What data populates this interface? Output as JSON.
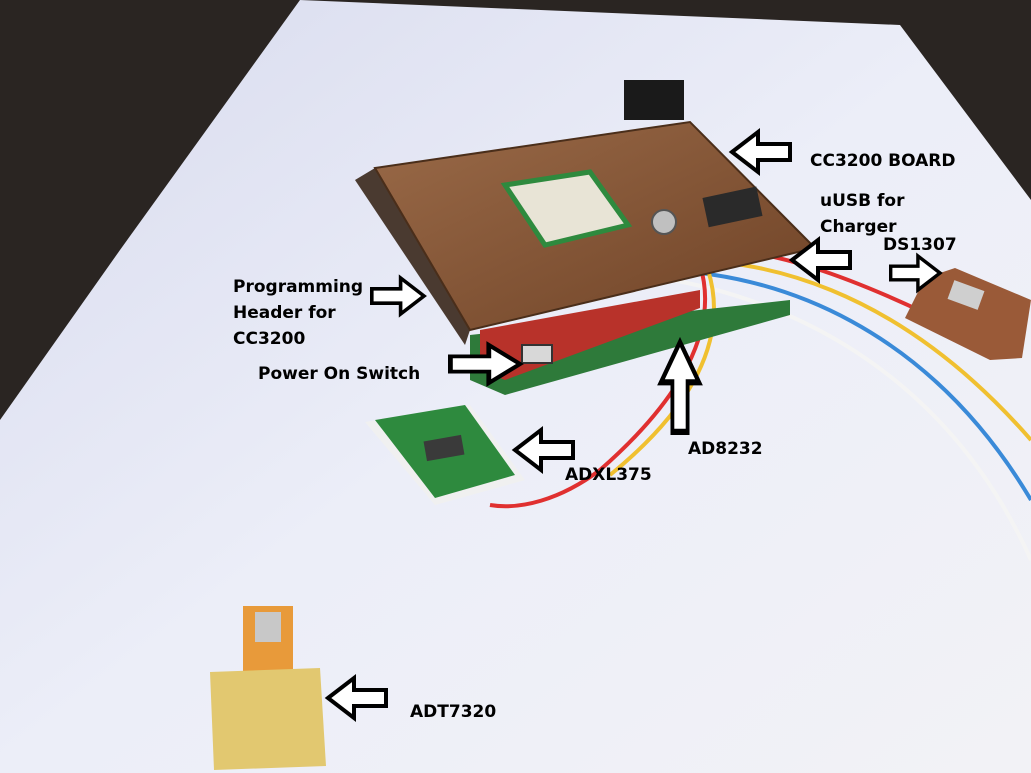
{
  "photo": {
    "labels": {
      "cc3200_board": "CC3200 BOARD",
      "usb_line1": "uUSB for",
      "usb_line2": "Charger",
      "ds1307": "DS1307",
      "prog_line1": "Programming",
      "prog_line2": "Header for",
      "prog_line3": "CC3200",
      "power_switch": "Power On Switch",
      "ad8232": "AD8232",
      "adxl375": "ADXL375",
      "adt7320": "ADT7320"
    },
    "colors": {
      "background": "#2a2522",
      "paper": "#e4e6f2",
      "pcb": "#8a5a3a",
      "wifi_module": "#e8e4d6",
      "ad8232_board": "#b8322a",
      "accelerometer_board": "#2e8a3e",
      "temp_sensor": "#e2c870",
      "wires": [
        "#e03030",
        "#f0c030",
        "#3a8ad8",
        "#f4f4f4"
      ]
    }
  }
}
